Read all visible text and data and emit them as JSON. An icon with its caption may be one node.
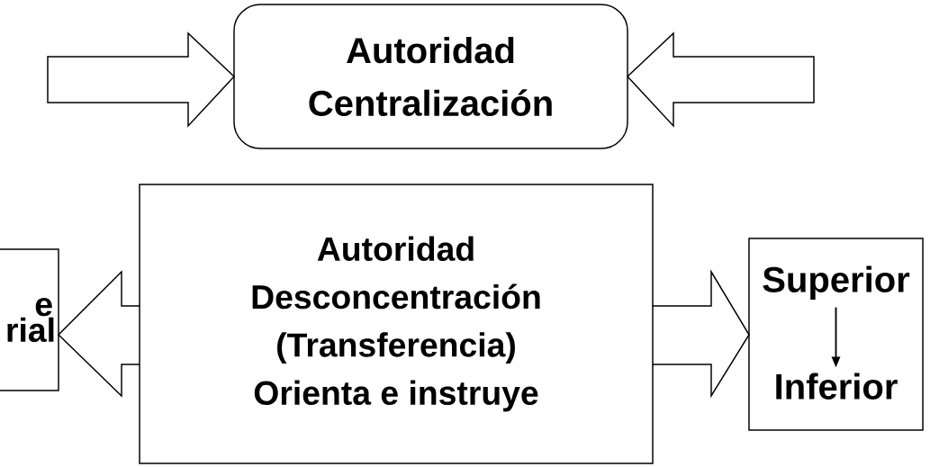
{
  "diagram": {
    "nodes": [
      {
        "text": [
          "Autoridad Centralización"
        ]
      },
      {
        "text": [
          "Autoridad Desconcentración (Transferencia) Orienta e instruye"
        ]
      },
      {
        "text": [
          "e rial"
        ]
      },
      {
        "text": [],
        "shape": "box"
      },
      {
        "text": [
          "Superior"
        ],
        "in": 3
      },
      {
        "text": [
          "Inferior"
        ],
        "in": 3
      }
    ],
    "edges": [
      {
        "from": null,
        "to": 0,
        "arrow": "to"
      },
      {
        "from": null,
        "to": 0,
        "arrow": "to"
      },
      {
        "from": 1,
        "to": 2,
        "arrow": "to"
      },
      {
        "from": 1,
        "to": 3,
        "arrow": "to"
      },
      {
        "from": 4,
        "to": 5,
        "arrow": "to"
      }
    ]
  }
}
